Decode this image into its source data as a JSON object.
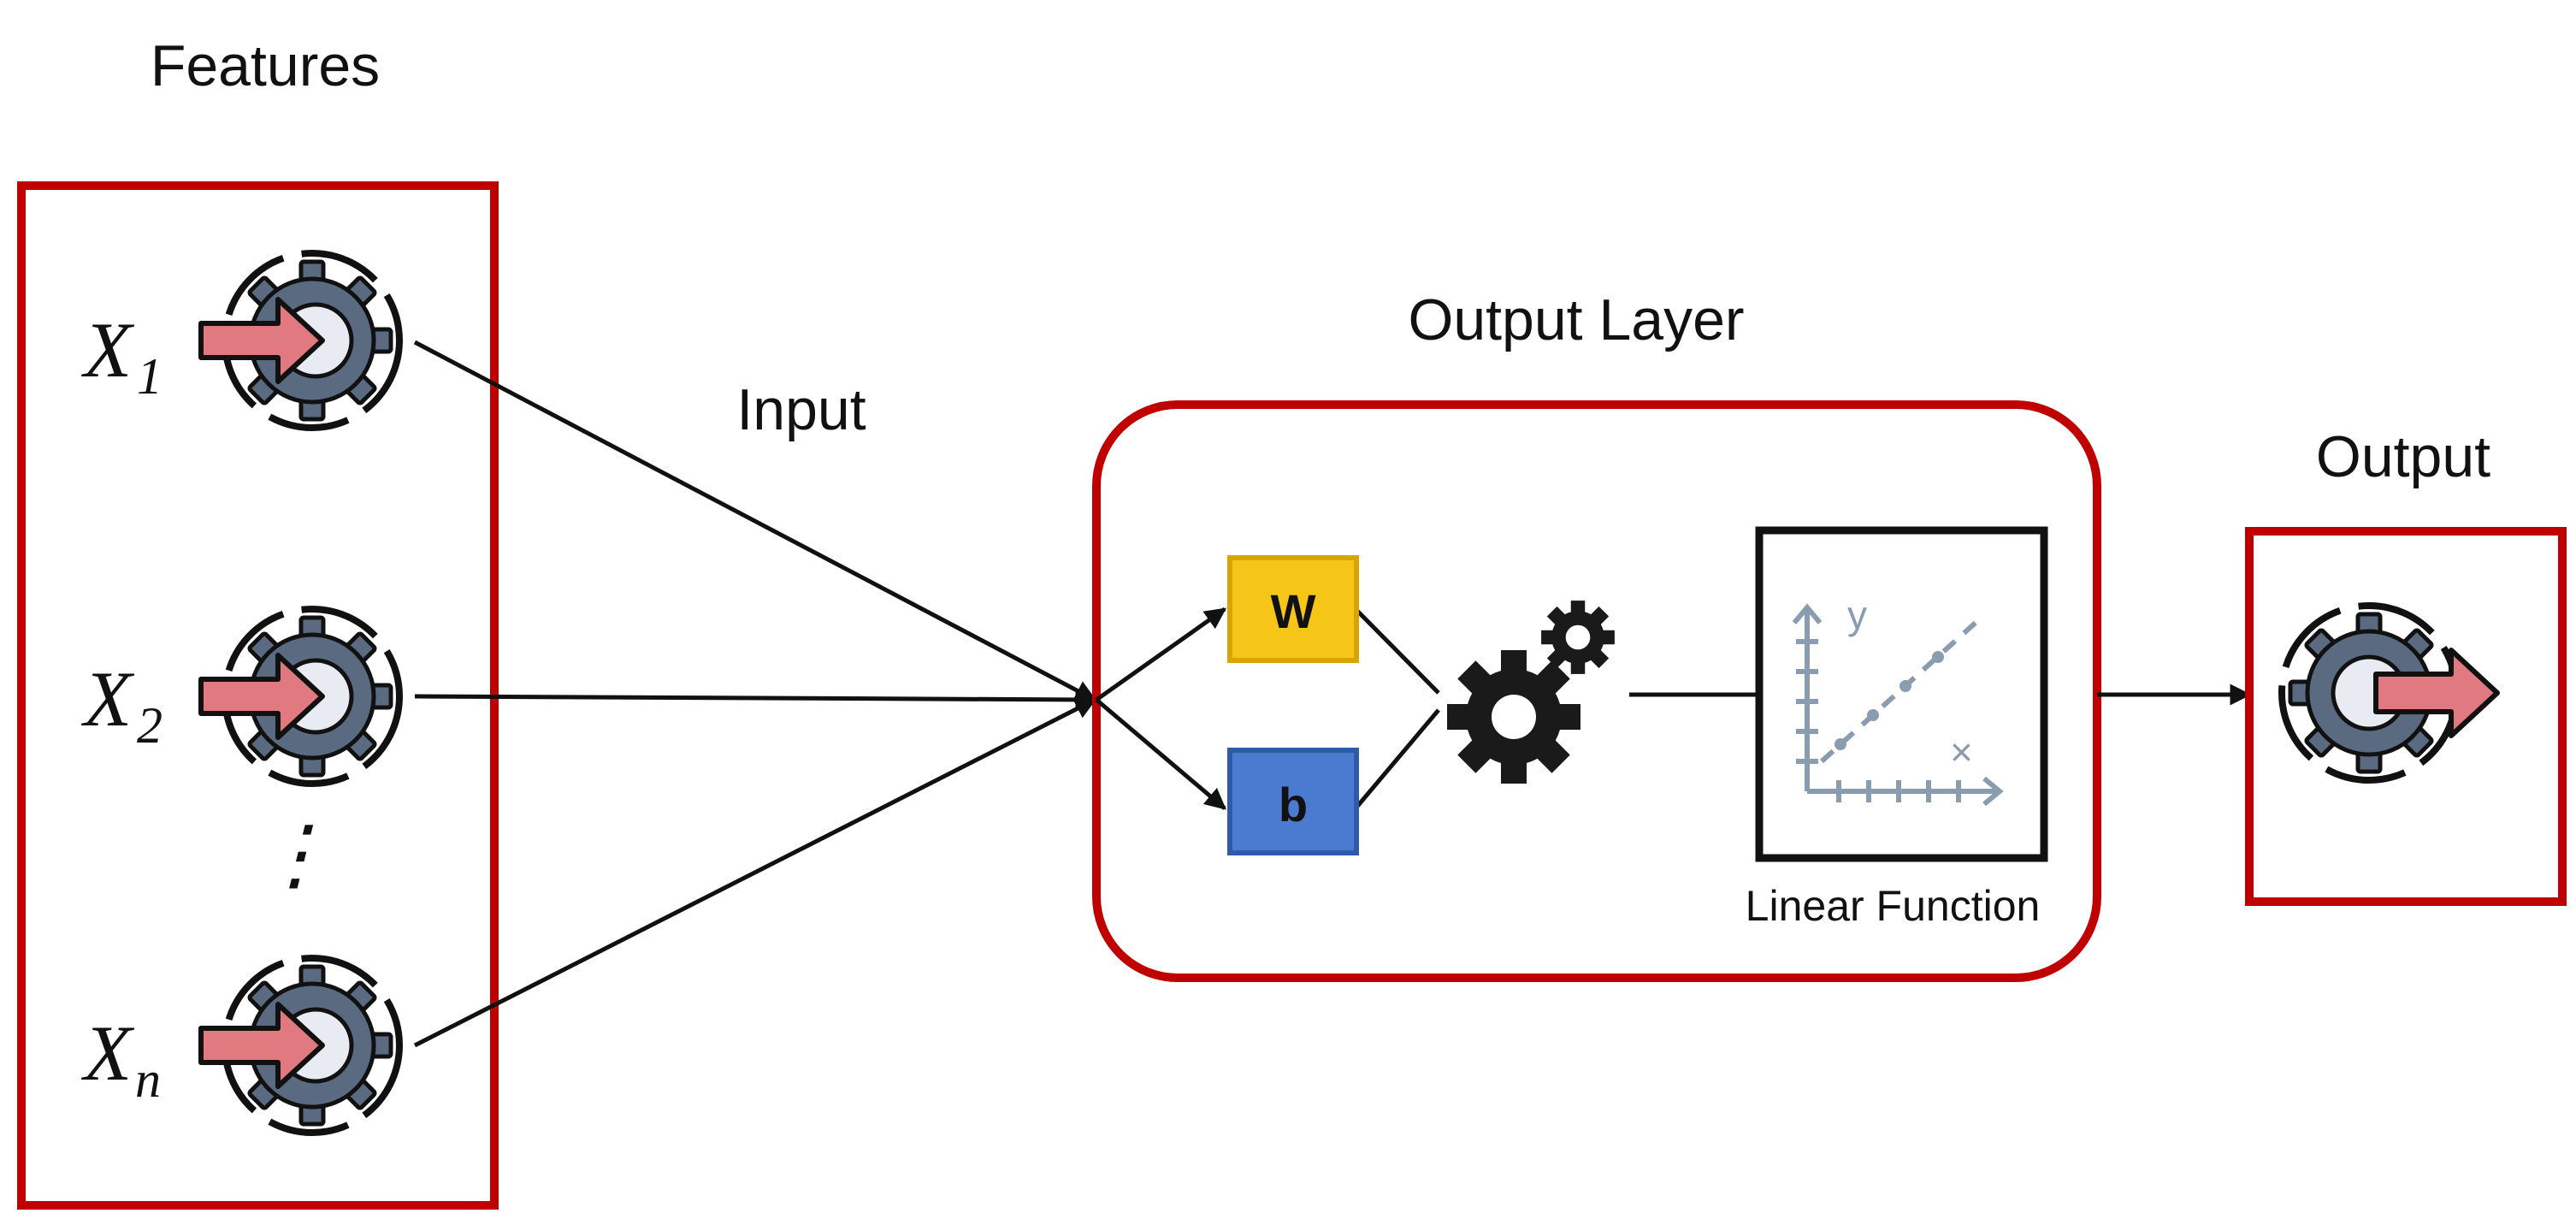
{
  "labels": {
    "features": "Features",
    "input": "Input",
    "output_layer": "Output Layer",
    "output": "Output",
    "linear_function": "Linear Function"
  },
  "features": [
    {
      "base": "X",
      "subscript": "1"
    },
    {
      "base": "X",
      "subscript": "2"
    },
    {
      "base": "X",
      "subscript": "n"
    }
  ],
  "ellipsis": "⋮",
  "weight_box": {
    "letter": "W",
    "color": "#f5c518"
  },
  "bias_box": {
    "letter": "b",
    "color": "#4a7bd0"
  },
  "plot": {
    "y_label": "y",
    "x_label": "×"
  },
  "colors": {
    "frame": "#c00000",
    "gear": "#5a6a80",
    "gear_center": "#e8ecf2",
    "arrow": "#e07a80",
    "plot": "#8a9db0"
  },
  "icons": {
    "feature": "input-gear-icon",
    "processing": "gears-icon",
    "linear": "linear-plot-icon",
    "output": "output-gear-icon"
  }
}
